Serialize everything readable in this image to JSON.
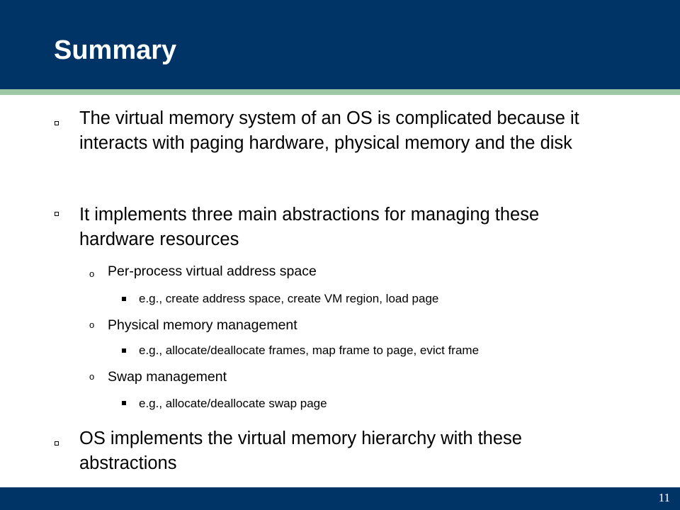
{
  "slide": {
    "title": "Summary",
    "page_number": "11"
  },
  "bullets": [
    {
      "text": "The virtual memory system of an OS is complicated because it interacts with paging hardware, physical memory and the disk"
    },
    {
      "text": "It implements three main abstractions for managing these hardware resources"
    },
    {
      "text": "OS implements the virtual memory hierarchy with these abstractions"
    }
  ],
  "sub_bullets": [
    {
      "text": "Per-process virtual address space",
      "detail": "e.g., create address space, create VM region, load page"
    },
    {
      "text": "Physical memory management",
      "detail": "e.g., allocate/deallocate frames, map frame to page, evict frame"
    },
    {
      "text": "Swap management",
      "detail": "e.g., allocate/deallocate swap page"
    }
  ],
  "colors": {
    "header": "#003366",
    "stripe": "#9cc9a4"
  }
}
